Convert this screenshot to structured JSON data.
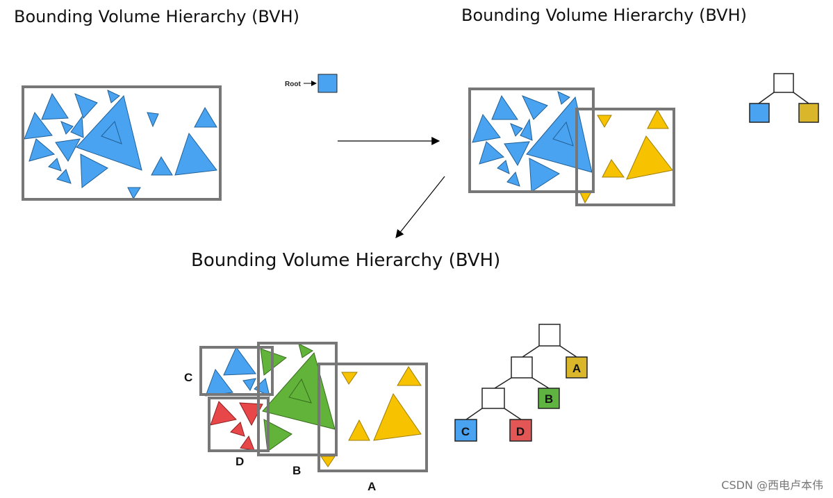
{
  "titles": {
    "step1": "Bounding Volume Hierarchy (BVH)",
    "step2": "Bounding Volume Hierarchy (BVH)",
    "step3": "Bounding Volume Hierarchy (BVH)"
  },
  "root_label": "Root",
  "box_labels": {
    "a": "A",
    "b": "B",
    "c": "C",
    "d": "D"
  },
  "tree_labels": {
    "a": "A",
    "b": "B",
    "c": "C",
    "d": "D"
  },
  "colors": {
    "blue": "#4aa3f0",
    "yellow": "#f7c200",
    "green": "#62b33a",
    "red": "#e8474a",
    "box_stroke": "#777777",
    "tree_yellow": "#d9b62a",
    "tree_green": "#5fb441",
    "tree_red": "#e25656"
  },
  "watermark": "CSDN @西电卢本伟"
}
